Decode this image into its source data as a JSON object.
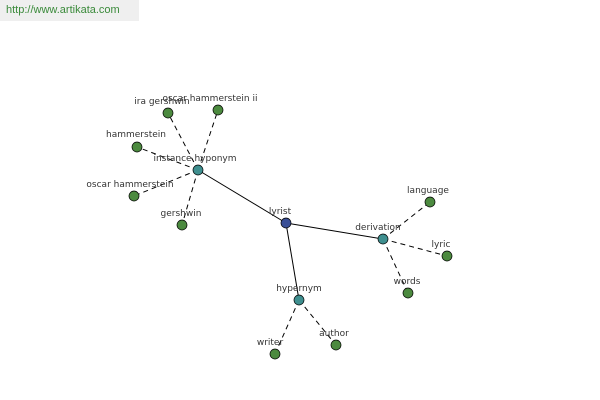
{
  "header": {
    "url": "http://www.artikata.com"
  },
  "colors": {
    "root": "#3a4f96",
    "relation": "#3f8f8f",
    "leaf": "#4c8a3f"
  },
  "graph": {
    "root": "lyrist",
    "relations": [
      {
        "label": "instance hyponym",
        "leaves": [
          "ira gershwin",
          "oscar hammerstein ii",
          "hammerstein",
          "oscar hammerstein",
          "gershwin"
        ]
      },
      {
        "label": "derivation",
        "leaves": [
          "language",
          "lyric",
          "words"
        ]
      },
      {
        "label": "hypernym",
        "leaves": [
          "writer",
          "author"
        ]
      }
    ]
  }
}
